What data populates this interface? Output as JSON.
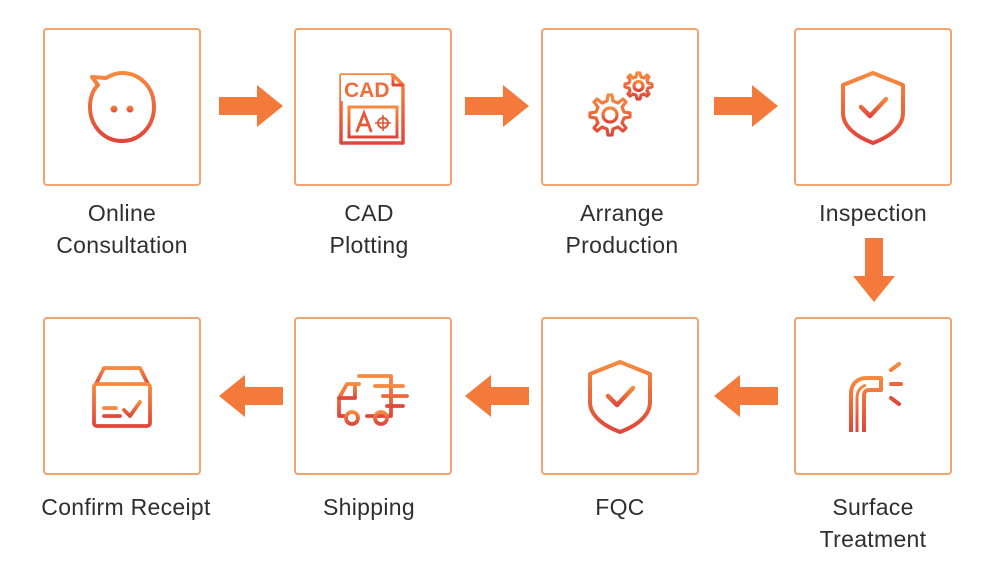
{
  "colors": {
    "accent": "#f47a3c",
    "accent_dark": "#e0493a",
    "border": "#f0a472",
    "text": "#2f2f2f"
  },
  "steps": [
    {
      "icon": "chat-bubble-icon",
      "line1": "Online",
      "line2": "Consultation"
    },
    {
      "icon": "cad-drawing-icon",
      "line1": "CAD",
      "line2": "Plotting",
      "icon_text": "CAD"
    },
    {
      "icon": "gears-icon",
      "line1": "Arrange",
      "line2": "Production"
    },
    {
      "icon": "shield-check-icon",
      "line1": "Inspection",
      "line2": ""
    },
    {
      "icon": "spray-nozzle-icon",
      "line1": "Surface",
      "line2": "Treatment"
    },
    {
      "icon": "shield-check-icon",
      "line1": "FQC",
      "line2": ""
    },
    {
      "icon": "delivery-truck-icon",
      "line1": "Shipping",
      "line2": ""
    },
    {
      "icon": "box-check-icon",
      "line1": "Confirm Receipt",
      "line2": ""
    }
  ]
}
